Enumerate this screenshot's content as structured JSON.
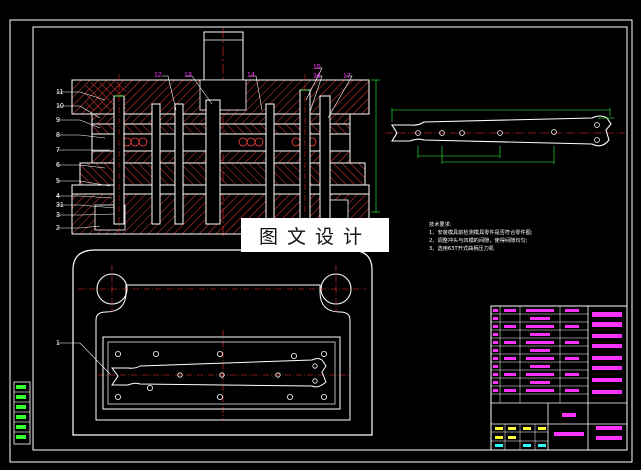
{
  "drawing": {
    "watermark": "图文设计",
    "tech_notes": {
      "title": "技术要求:",
      "items": [
        "1、安装模具前检测模具零件是否符合零件图;",
        "2、调整冲头与凹模的间隙，使得间隙均匀;",
        "3、选用63T开式曲柄压力机"
      ]
    },
    "part_labels": {
      "left": [
        "11",
        "10",
        "9",
        "8",
        "7",
        "6",
        "5",
        "4",
        "31",
        "3",
        "2"
      ],
      "top": [
        "12",
        "13",
        "14",
        "15",
        "16",
        "17"
      ],
      "plan": "1"
    },
    "colors": {
      "background": "#000000",
      "line": "#ffffff",
      "section": "#ff4444",
      "centerline": "#ff3333",
      "dimension": "#33ff33",
      "magenta": "#ff33ff",
      "yellow": "#ffff33",
      "cyan": "#33ffff"
    }
  }
}
